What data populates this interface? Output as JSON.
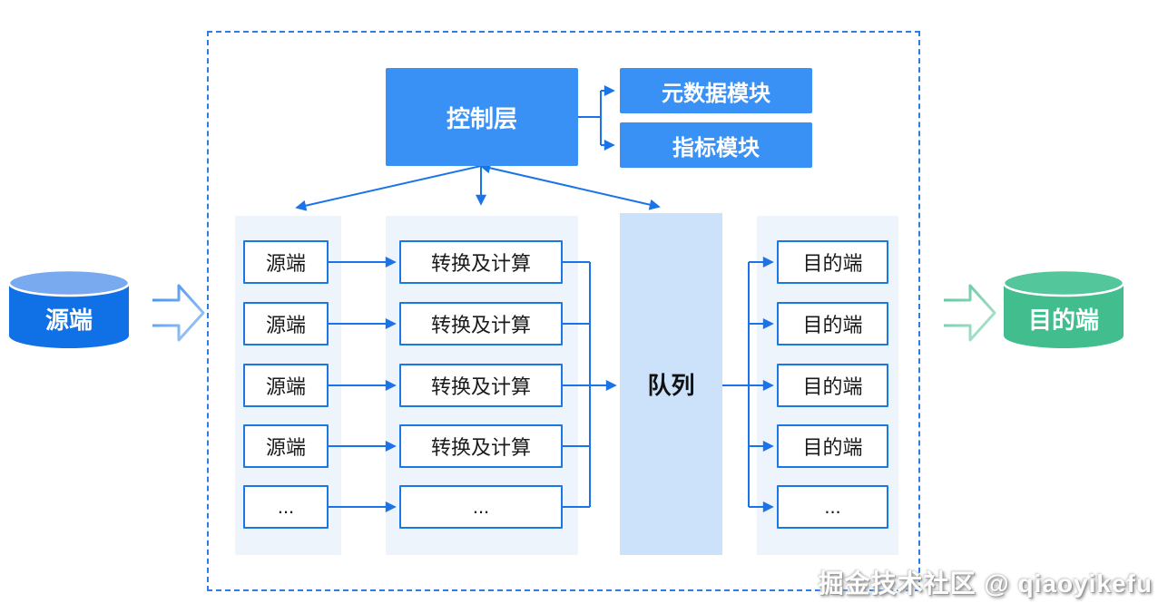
{
  "diagram": {
    "control_layer": {
      "label": "控制层"
    },
    "modules": [
      {
        "label": "元数据模块"
      },
      {
        "label": "指标模块"
      }
    ],
    "queue": {
      "label": "队列"
    },
    "source_cylinder": {
      "label": "源端"
    },
    "dest_cylinder": {
      "label": "目的端"
    },
    "source_nodes": [
      "源端",
      "源端",
      "源端",
      "源端",
      "..."
    ],
    "transform_nodes": [
      "转换及计算",
      "转换及计算",
      "转换及计算",
      "转换及计算",
      "..."
    ],
    "dest_nodes": [
      "目的端",
      "目的端",
      "目的端",
      "目的端",
      "..."
    ]
  },
  "icons": {
    "left_flow_arrow": "hollow-right-arrow",
    "right_flow_arrow": "hollow-right-arrow"
  },
  "colors": {
    "primary_blue": "#3990f5",
    "line_blue": "#1a73e8",
    "node_border_blue": "#1b78e0",
    "queue_fill": "#cbe2fa",
    "panel_fill": "#edf4fc",
    "frame_dash_blue": "#2e7ee2",
    "cylinder_blue_body": "#1070e6",
    "cylinder_blue_top": "#79a9ef",
    "cylinder_green_body": "#41bd8e",
    "cylinder_green_top": "#54c69b",
    "green_arrow": "#6fc9a3"
  },
  "watermark": "掘金技术社区 @ qiaoyikefu"
}
